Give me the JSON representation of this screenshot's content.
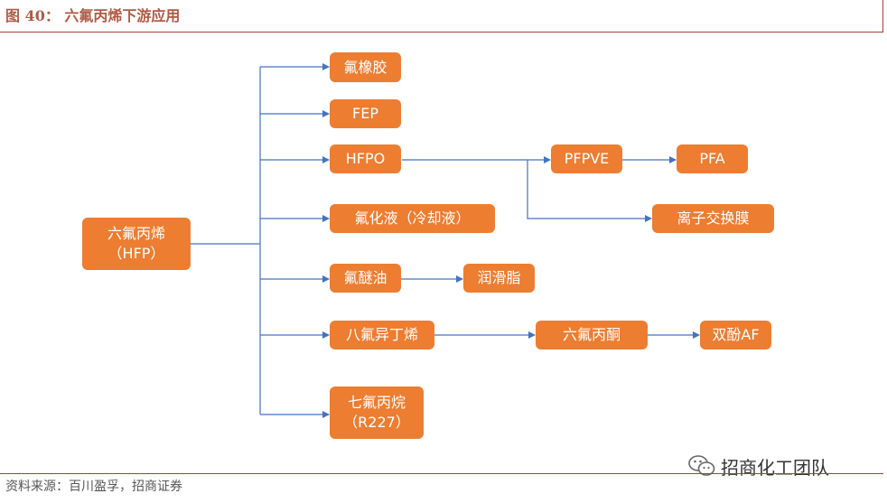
{
  "header": {
    "title": "图 40：  六氟丙烯下游应用"
  },
  "footer": {
    "source": "资料来源：百川盈孚，招商证券"
  },
  "watermark": {
    "text": "招商化工团队",
    "icon": "wechat-icon"
  },
  "colors": {
    "node": "#ed7d31",
    "edge": "#4472c4",
    "rule": "#a0413a"
  },
  "nodes": [
    {
      "id": "hfp",
      "label": "六氟丙烯\n（HFP）"
    },
    {
      "id": "fluoro_rubber",
      "label": "氟橡胶"
    },
    {
      "id": "fep",
      "label": "FEP"
    },
    {
      "id": "hfpo",
      "label": "HFPO"
    },
    {
      "id": "coolant",
      "label": "氟化液（冷却液）"
    },
    {
      "id": "pfpe",
      "label": "氟醚油"
    },
    {
      "id": "ofib",
      "label": "八氟异丁烯"
    },
    {
      "id": "r227",
      "label": "七氟丙烷\n（R227）"
    },
    {
      "id": "pfpve",
      "label": "PFPVE"
    },
    {
      "id": "membrane",
      "label": "离子交换膜"
    },
    {
      "id": "pfa",
      "label": "PFA"
    },
    {
      "id": "lubricant",
      "label": "润滑脂"
    },
    {
      "id": "hfa",
      "label": "六氟丙酮"
    },
    {
      "id": "bpaf",
      "label": "双酚AF"
    }
  ],
  "edges": [
    [
      "hfp",
      "fluoro_rubber"
    ],
    [
      "hfp",
      "fep"
    ],
    [
      "hfp",
      "hfpo"
    ],
    [
      "hfp",
      "coolant"
    ],
    [
      "hfp",
      "pfpe"
    ],
    [
      "hfp",
      "ofib"
    ],
    [
      "hfp",
      "r227"
    ],
    [
      "hfpo",
      "pfpve"
    ],
    [
      "hfpo",
      "membrane"
    ],
    [
      "pfpve",
      "pfa"
    ],
    [
      "pfpe",
      "lubricant"
    ],
    [
      "ofib",
      "hfa"
    ],
    [
      "hfa",
      "bpaf"
    ]
  ]
}
